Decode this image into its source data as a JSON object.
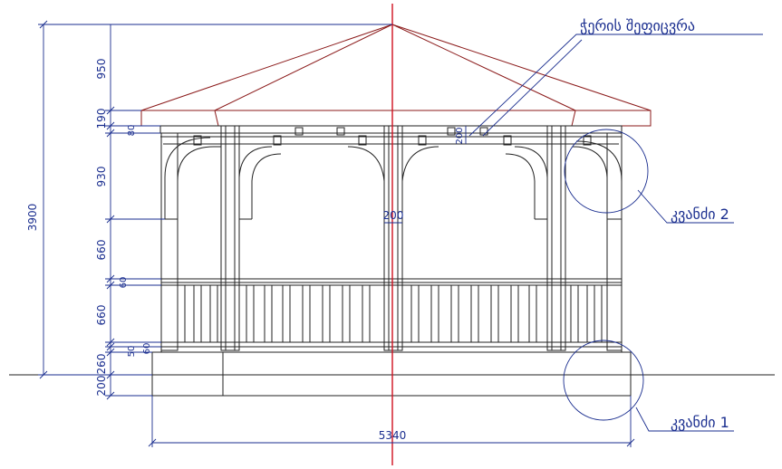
{
  "dimensions": {
    "total_height": "3900",
    "roof_height": "950",
    "eave": "190",
    "beam": "80",
    "arch": "930",
    "upper_open": "660",
    "rail_top": "60",
    "lower_panel": "660",
    "rail_bottom_a": "50",
    "rail_bottom_b": "60",
    "plinth": "260",
    "ground": "200",
    "post_width": "200",
    "beam_spacing": "200",
    "total_width": "5340"
  },
  "annotations": {
    "roof_beam": "ჭერის შეფიცვრა",
    "detail_1": "კვანძი 1",
    "detail_2": "კვანძი 2"
  },
  "colors": {
    "dimension": "#1a2e8f",
    "roof": "#8b1a1a",
    "axis": "#d01020",
    "structure": "#222222"
  }
}
